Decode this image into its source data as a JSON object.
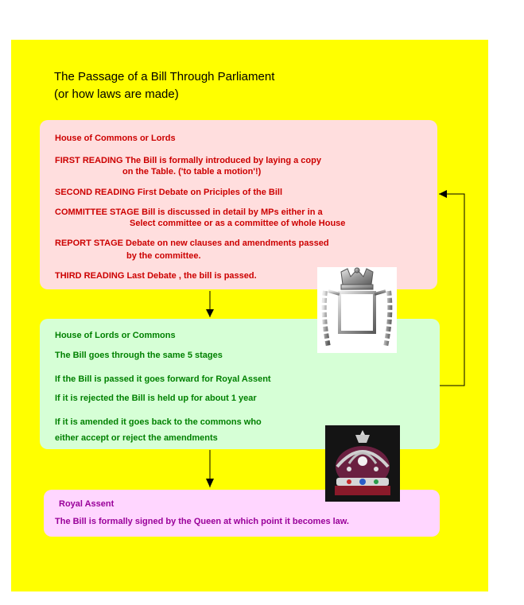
{
  "title": {
    "line1": "The Passage of a Bill Through Parliament",
    "line2": "(or how laws are made)"
  },
  "commons_box": {
    "heading": "House of Commons or Lords",
    "first_reading_1": "FIRST READING  The Bill is formally introduced by laying a copy",
    "first_reading_2": "on the Table. ('to table a motion'!)",
    "second_reading": "SECOND READING  First Debate on Priciples of the Bill",
    "committee_1": "COMMITTEE STAGE Bill is discussed in detail by MPs either in a",
    "committee_2": "Select committee or as a committee of whole House",
    "report_1": "REPORT STAGE Debate on new clauses and amendments passed",
    "report_2": "by the committee.",
    "third_reading": "THIRD READING  Last Debate , the bill is passed."
  },
  "lords_box": {
    "heading": "House of Lords or Commons",
    "stages": "The Bill goes through the same 5 stages",
    "passed": "If the Bill is passed it goes forward for Royal Assent",
    "rejected": "If it is rejected the Bill is held up for about 1 year",
    "amended_1": "If it is amended it goes back to the commons who",
    "amended_2": "either accept or reject the amendments"
  },
  "assent_box": {
    "heading": "Royal Assent",
    "text": "The Bill is formally signed by the Queen at which point it becomes law."
  },
  "colors": {
    "background": "#ffff00",
    "commons": "#ffdede",
    "lords": "#d6ffd6",
    "assent": "#ffd6ff"
  }
}
